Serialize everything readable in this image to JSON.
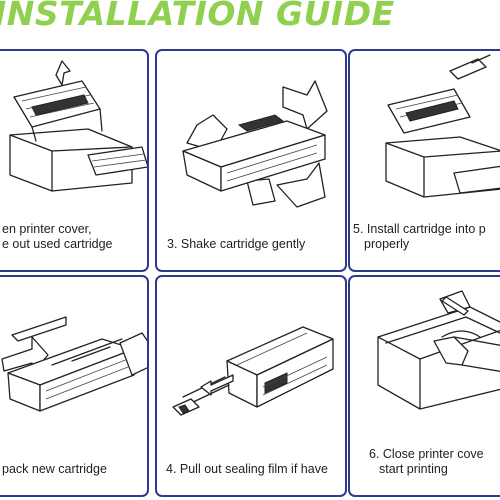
{
  "title": "INSTALLATION GUIDE",
  "colors": {
    "title": "#8fd14f",
    "panel_border": "#2f3a8f"
  },
  "panels": [
    {
      "id": 1,
      "lines": [
        "en printer cover,",
        "e out used cartridge"
      ]
    },
    {
      "id": 2,
      "lines": [
        "3. Shake cartridge gently"
      ]
    },
    {
      "id": 3,
      "lines": [
        "5. Install cartridge into p",
        "properly"
      ]
    },
    {
      "id": 4,
      "lines": [
        "pack new cartridge"
      ]
    },
    {
      "id": 5,
      "lines": [
        "4. Pull out sealing film if have"
      ]
    },
    {
      "id": 6,
      "lines": [
        "6. Close printer cove",
        "start printing"
      ]
    }
  ]
}
